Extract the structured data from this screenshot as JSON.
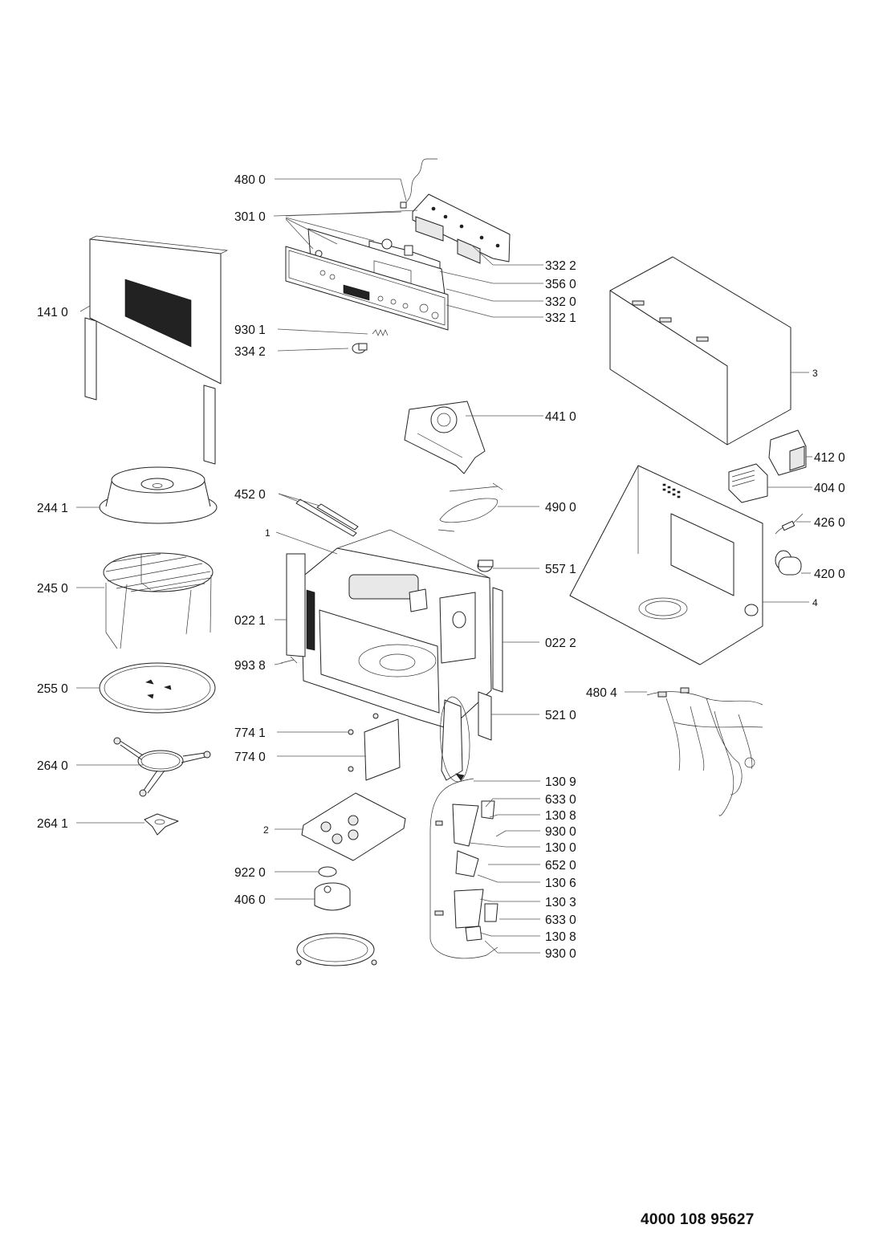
{
  "parts": [
    {
      "id": "480-0",
      "label": "480 0"
    },
    {
      "id": "301-0",
      "label": "301 0"
    },
    {
      "id": "332-2",
      "label": "332 2"
    },
    {
      "id": "356-0",
      "label": "356 0"
    },
    {
      "id": "332-0",
      "label": "332 0"
    },
    {
      "id": "332-1",
      "label": "332 1"
    },
    {
      "id": "141-0",
      "label": "141 0"
    },
    {
      "id": "930-1",
      "label": "930 1"
    },
    {
      "id": "334-2",
      "label": "334 2"
    },
    {
      "id": "3",
      "label": "3"
    },
    {
      "id": "441-0",
      "label": "441 0"
    },
    {
      "id": "412-0",
      "label": "412 0"
    },
    {
      "id": "404-0",
      "label": "404 0"
    },
    {
      "id": "244-1",
      "label": "244 1"
    },
    {
      "id": "452-0",
      "label": "452 0"
    },
    {
      "id": "490-0",
      "label": "490 0"
    },
    {
      "id": "426-0",
      "label": "426 0"
    },
    {
      "id": "1",
      "label": "1"
    },
    {
      "id": "557-1",
      "label": "557 1"
    },
    {
      "id": "420-0",
      "label": "420 0"
    },
    {
      "id": "245-0",
      "label": "245 0"
    },
    {
      "id": "4",
      "label": "4"
    },
    {
      "id": "022-1",
      "label": "022 1"
    },
    {
      "id": "022-2",
      "label": "022 2"
    },
    {
      "id": "993-8",
      "label": "993 8"
    },
    {
      "id": "255-0",
      "label": "255 0"
    },
    {
      "id": "480-4",
      "label": "480 4"
    },
    {
      "id": "521-0",
      "label": "521 0"
    },
    {
      "id": "774-1",
      "label": "774 1"
    },
    {
      "id": "774-0",
      "label": "774 0"
    },
    {
      "id": "264-0",
      "label": "264 0"
    },
    {
      "id": "130-9",
      "label": "130 9"
    },
    {
      "id": "633-0a",
      "label": "633 0"
    },
    {
      "id": "264-1",
      "label": "264 1"
    },
    {
      "id": "2",
      "label": "2"
    },
    {
      "id": "130-8a",
      "label": "130 8"
    },
    {
      "id": "930-0a",
      "label": "930 0"
    },
    {
      "id": "130-0",
      "label": "130 0"
    },
    {
      "id": "922-0",
      "label": "922 0"
    },
    {
      "id": "652-0",
      "label": "652 0"
    },
    {
      "id": "406-0",
      "label": "406 0"
    },
    {
      "id": "130-6",
      "label": "130 6"
    },
    {
      "id": "130-3",
      "label": "130 3"
    },
    {
      "id": "633-0b",
      "label": "633 0"
    },
    {
      "id": "130-8b",
      "label": "130 8"
    },
    {
      "id": "930-0b",
      "label": "930 0"
    }
  ],
  "document_number": "4000 108 95627"
}
